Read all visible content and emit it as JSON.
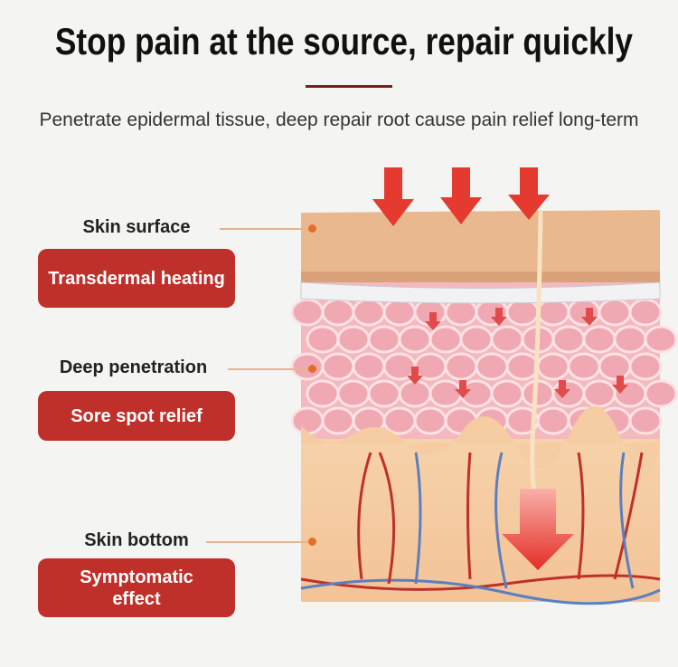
{
  "title": "Stop pain at the source, repair quickly",
  "subtitle": "Penetrate epidermal tissue, deep repair root cause pain relief long-term",
  "layers": [
    {
      "label": "Skin surface",
      "effect": "Transdermal heating"
    },
    {
      "label": "Deep penetration",
      "effect": "Sore spot relief"
    },
    {
      "label": "Skin bottom",
      "effect": "Symptomatic effect"
    }
  ],
  "colors": {
    "accent": "#c0302a",
    "divider": "#7a1f1f",
    "arrow": "#e53a2f"
  }
}
